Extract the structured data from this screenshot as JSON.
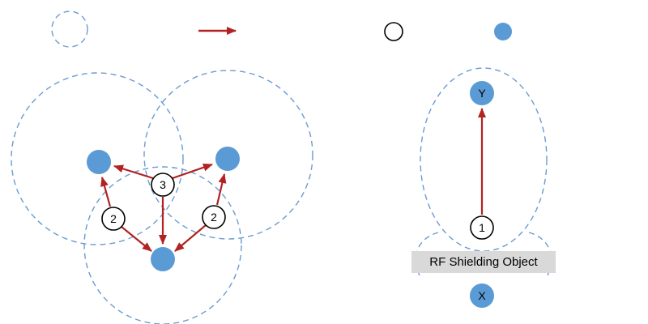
{
  "figure": {
    "background": "#ffffff",
    "colors": {
      "node_blue": "#5b9bd5",
      "range_dash_blue": "#6b9bd2",
      "arrow_red": "#b22222",
      "shield_gray": "#d9d9d9",
      "hop_circle_fill": "#ffffff",
      "text_black": "#000000"
    },
    "legend": {
      "rf_range_icon": "dashed-circle",
      "transmission_icon": "red-arrow-right",
      "white_node_icon": "white-circle",
      "blue_node_icon": "blue-circle"
    },
    "flooding_diagram": {
      "hop3_label": "3",
      "hop2_left_label": "2",
      "hop2_right_label": "2"
    },
    "shielding_diagram": {
      "node_y_label": "Y",
      "node_x_label": "X",
      "hop1_label": "1",
      "shield_box_label": "RF Shielding Object"
    }
  }
}
